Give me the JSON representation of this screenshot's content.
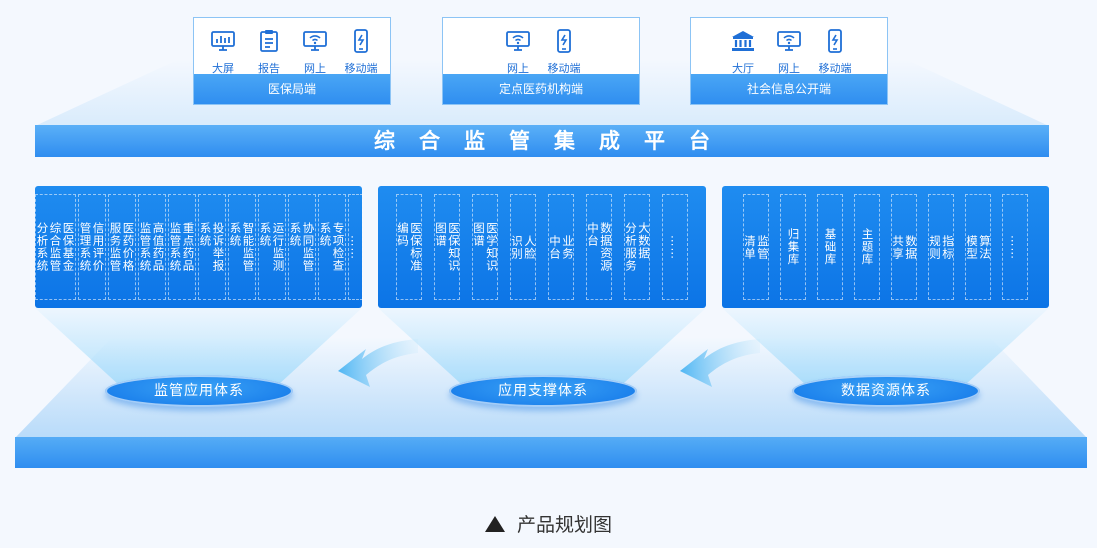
{
  "terminals": [
    {
      "title": "医保局端",
      "items": [
        {
          "label": "大屏",
          "icon": "chart-monitor-icon"
        },
        {
          "label": "报告",
          "icon": "report-icon"
        },
        {
          "label": "网上",
          "icon": "wifi-monitor-icon"
        },
        {
          "label": "移动端",
          "icon": "mobile-icon"
        }
      ]
    },
    {
      "title": "定点医药机构端",
      "items": [
        {
          "label": "网上",
          "icon": "wifi-monitor-icon"
        },
        {
          "label": "移动端",
          "icon": "mobile-icon"
        }
      ]
    },
    {
      "title": "社会信息公开端",
      "items": [
        {
          "label": "大厅",
          "icon": "bank-icon"
        },
        {
          "label": "网上",
          "icon": "wifi-monitor-icon"
        },
        {
          "label": "移动端",
          "icon": "mobile-icon"
        }
      ]
    }
  ],
  "platform": {
    "title": "综合监管集成平台"
  },
  "panels": [
    {
      "name": "supervision-apps",
      "modules": [
        [
          "医保基金",
          "综合监管",
          "分析系统"
        ],
        [
          "信用评价",
          "管理系统"
        ],
        [
          "医药价格",
          "服务监管"
        ],
        [
          "高值药品",
          "监管系统"
        ],
        [
          "重点药品",
          "监管系统"
        ],
        [
          "投诉举报",
          "系统"
        ],
        [
          "智能监管",
          "系统"
        ],
        [
          "运行监测",
          "系统"
        ],
        [
          "协同监管",
          "系统"
        ],
        [
          "专项检查",
          "系统"
        ],
        [
          "……"
        ]
      ]
    },
    {
      "name": "support",
      "modules": [
        [
          "医保标准",
          "编码"
        ],
        [
          "医保知识",
          "图谱"
        ],
        [
          "医学知识",
          "图谱"
        ],
        [
          "人脸",
          "识别"
        ],
        [
          "业务",
          "中台"
        ],
        [
          "数据资源",
          "中台"
        ],
        [
          "大数据",
          "分析服务"
        ],
        [
          "……"
        ]
      ]
    },
    {
      "name": "data-resources",
      "modules": [
        [
          "监管",
          "清单"
        ],
        [
          "归集库"
        ],
        [
          "基础库"
        ],
        [
          "主题库"
        ],
        [
          "数据",
          "共享"
        ],
        [
          "指标",
          "规则"
        ],
        [
          "算法",
          "模型"
        ],
        [
          "……"
        ]
      ]
    }
  ],
  "systems": [
    "监管应用体系",
    "应用支撑体系",
    "数据资源体系"
  ],
  "caption": "产品规划图",
  "colors": {
    "primary": "#1f8cf0",
    "accent": "#2f8ef0",
    "label": "#1f6fd6"
  }
}
